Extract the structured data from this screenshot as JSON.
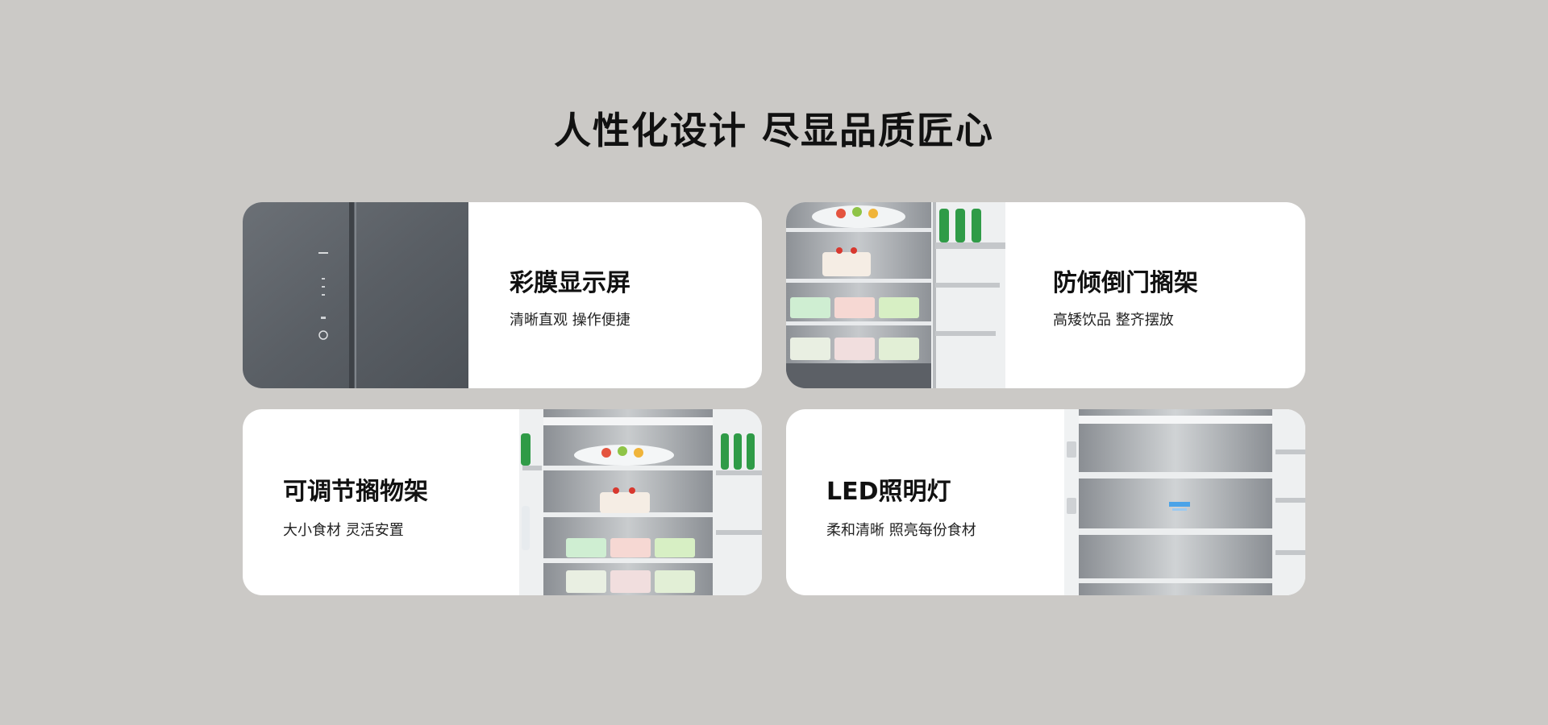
{
  "page": {
    "title": "人性化设计 尽显品质匠心"
  },
  "features": [
    {
      "title": "彩膜显示屏",
      "subtitle": "清晰直观 操作便捷",
      "image": "fridge-closed-door-image"
    },
    {
      "title": "防倾倒门搁架",
      "subtitle": "高矮饮品 整齐摆放",
      "image": "fridge-door-shelf-image"
    },
    {
      "title": "可调节搁物架",
      "subtitle": "大小食材 灵活安置",
      "image": "fridge-adjustable-shelf-image"
    },
    {
      "title": "LED照明灯",
      "subtitle": "柔和清晰 照亮每份食材",
      "image": "fridge-led-light-image"
    }
  ],
  "colors": {
    "background": "#cbc9c6",
    "card": "#ffffff",
    "text": "#111111"
  }
}
